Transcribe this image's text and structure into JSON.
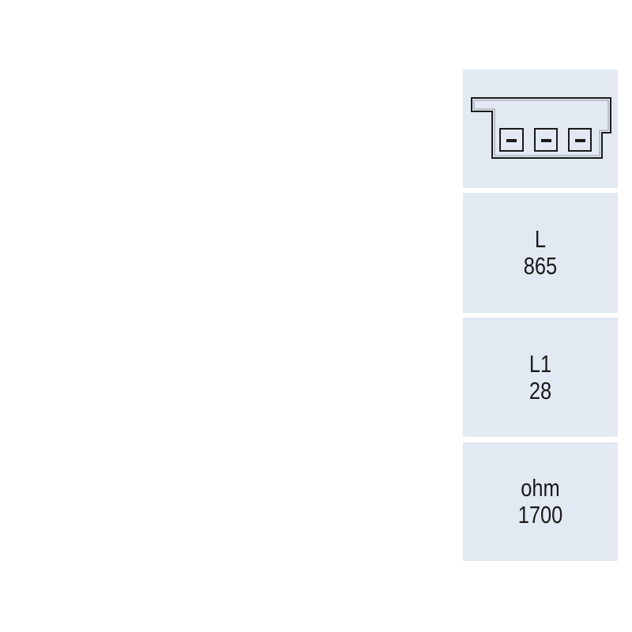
{
  "panels": [
    {
      "icon": "connector-3-pin-icon"
    },
    {
      "label": "L",
      "value": "865"
    },
    {
      "label": "L1",
      "value": "28"
    },
    {
      "label": "ohm",
      "value": "1700"
    }
  ],
  "colors": {
    "panel_bg": "#e2e9f3",
    "stroke": "#1a1a1a"
  }
}
